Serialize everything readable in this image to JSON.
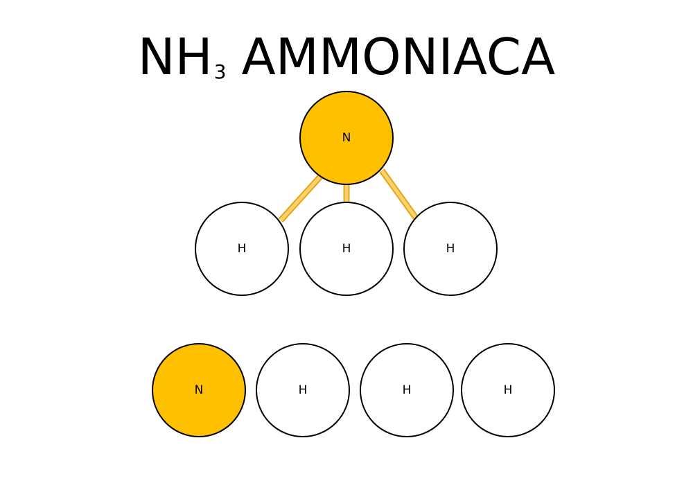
{
  "title": {
    "formula_main": "NH",
    "formula_subscript": "3",
    "name": "AMMONIACA"
  },
  "molecule": {
    "center_atom": {
      "symbol": "N"
    },
    "bonded_atoms": [
      {
        "symbol": "H"
      },
      {
        "symbol": "H"
      },
      {
        "symbol": "H"
      }
    ]
  },
  "loose_atoms": [
    {
      "symbol": "N"
    },
    {
      "symbol": "H"
    },
    {
      "symbol": "H"
    },
    {
      "symbol": "H"
    }
  ],
  "colors": {
    "nitrogen_fill": "#FFC000",
    "hydrogen_fill": "#FFFFFF",
    "outline": "#000000",
    "bond_fill": "#FCD26A",
    "bond_edge": "#E6A418"
  }
}
